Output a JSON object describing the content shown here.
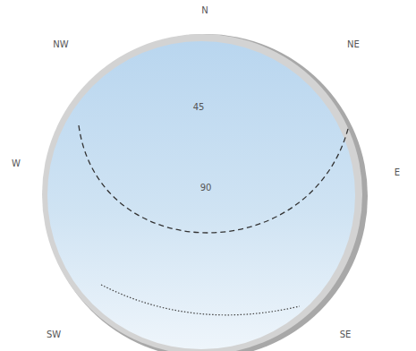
{
  "diagram": {
    "labels": [
      "N",
      "NE",
      "NW",
      "W",
      "E",
      "SW",
      "SE",
      "45",
      "90"
    ]
  }
}
